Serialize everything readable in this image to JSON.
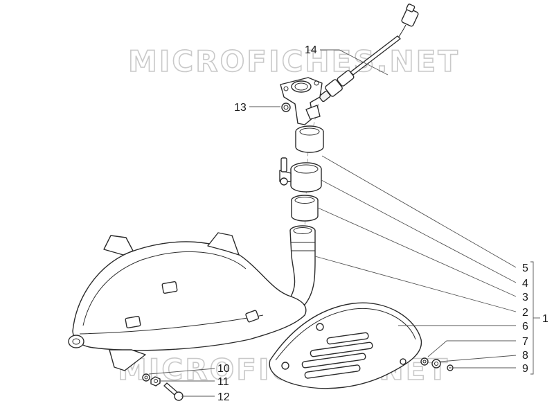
{
  "watermark": {
    "text_top": "MICROFICHES.NET",
    "text_bottom": "MICROFICHES.NET"
  },
  "callouts": {
    "c1": "1",
    "c2": "2",
    "c3": "3",
    "c4": "4",
    "c5": "5",
    "c6": "6",
    "c7": "7",
    "c8": "8",
    "c9": "9",
    "c10": "10",
    "c11": "11",
    "c12": "12",
    "c13": "13",
    "c14": "14"
  }
}
